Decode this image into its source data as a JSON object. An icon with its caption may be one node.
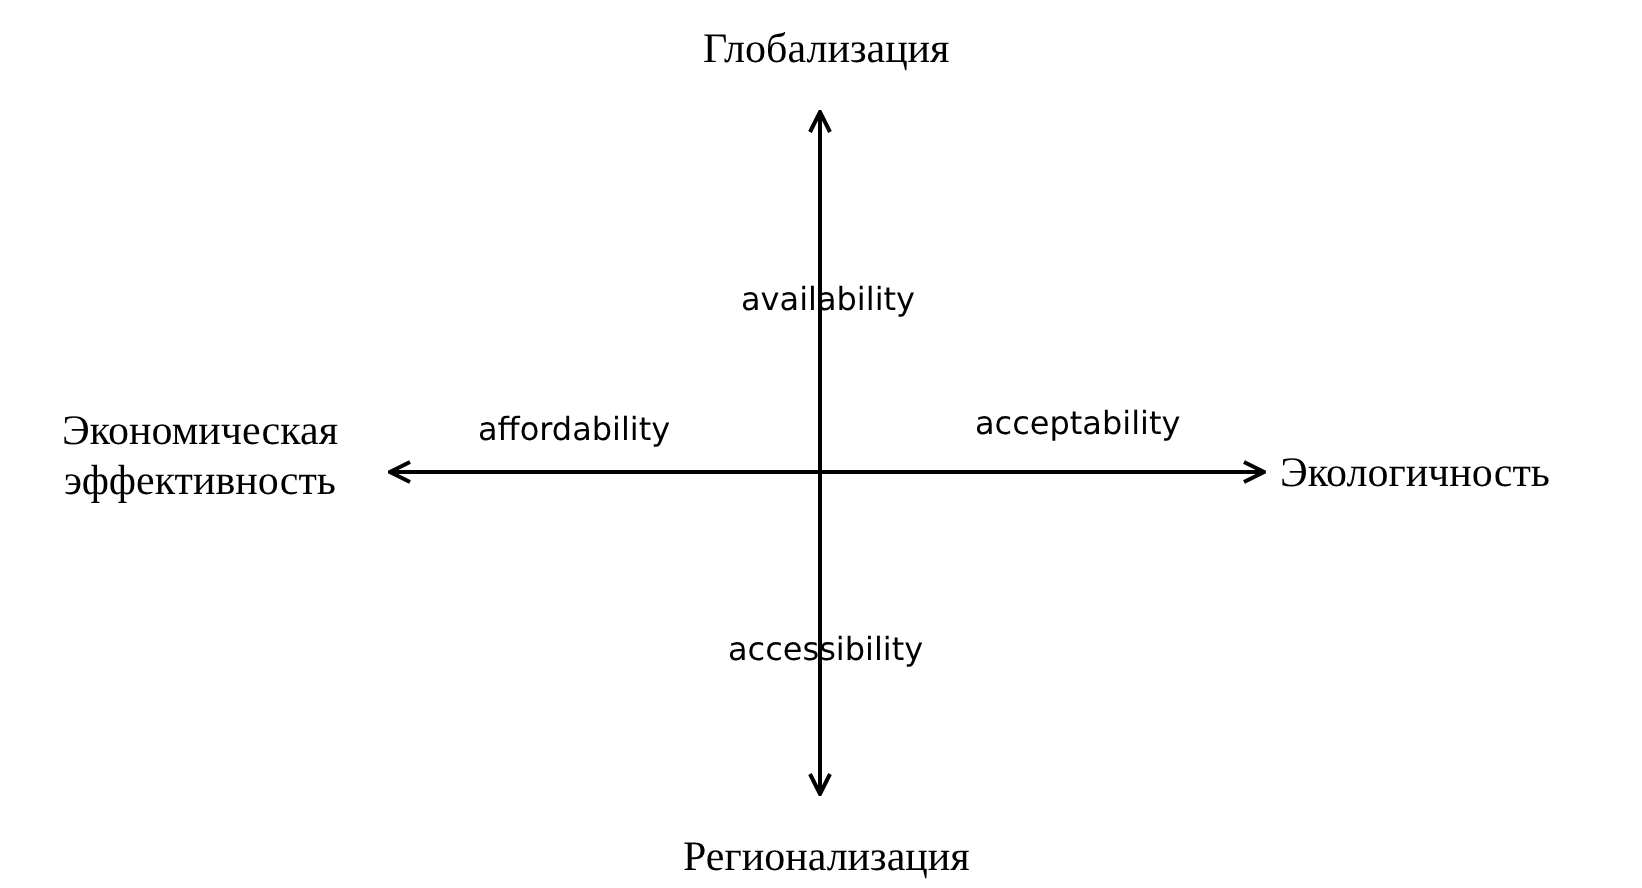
{
  "diagram": {
    "labels": [
      "Глобализация",
      "availability",
      "Экономическая эффективность",
      "affordability",
      "acceptability",
      "Экологичность",
      "accessibility",
      "Регионализация"
    ]
  }
}
